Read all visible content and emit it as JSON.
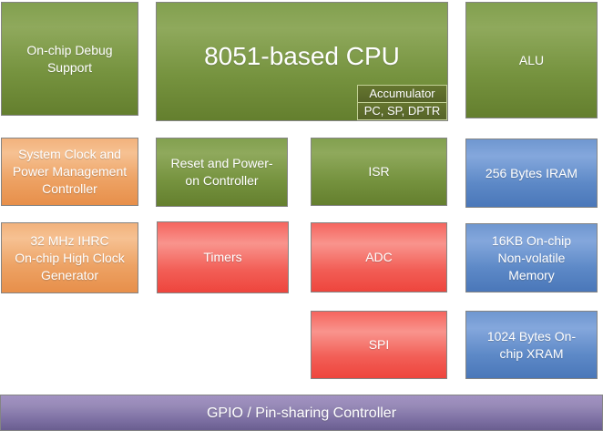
{
  "diagram": {
    "blocks": {
      "debug": {
        "label": "On-chip Debug\nSupport"
      },
      "cpu": {
        "label": "8051-based CPU"
      },
      "accumulator": {
        "label": "Accumulator"
      },
      "registers": {
        "label": "PC, SP, DPTR"
      },
      "alu": {
        "label": "ALU"
      },
      "sysclock": {
        "label": "System Clock and\nPower Management\nController"
      },
      "reset": {
        "label": "Reset and Power-\non Controller"
      },
      "isr": {
        "label": "ISR"
      },
      "iram": {
        "label": "256 Bytes IRAM"
      },
      "ihrc": {
        "label": "32 MHz IHRC\nOn-chip High Clock\nGenerator"
      },
      "timers": {
        "label": "Timers"
      },
      "adc": {
        "label": "ADC"
      },
      "nvm": {
        "label": "16KB On-chip\nNon-volatile\nMemory"
      },
      "spi": {
        "label": "SPI"
      },
      "xram": {
        "label": "1024 Bytes On-\nchip XRAM"
      },
      "gpio": {
        "label": "GPIO / Pin-sharing Controller"
      }
    },
    "colors": {
      "green": "#7d9a47",
      "orange": "#eda263",
      "red": "#f2625a",
      "blue": "#5d89c7",
      "purple": "#8578ab",
      "subblock_fill": "#5d6e2d",
      "subblock_border": "#c2d095",
      "block_border": "#848484",
      "text": "#ffffff"
    }
  }
}
